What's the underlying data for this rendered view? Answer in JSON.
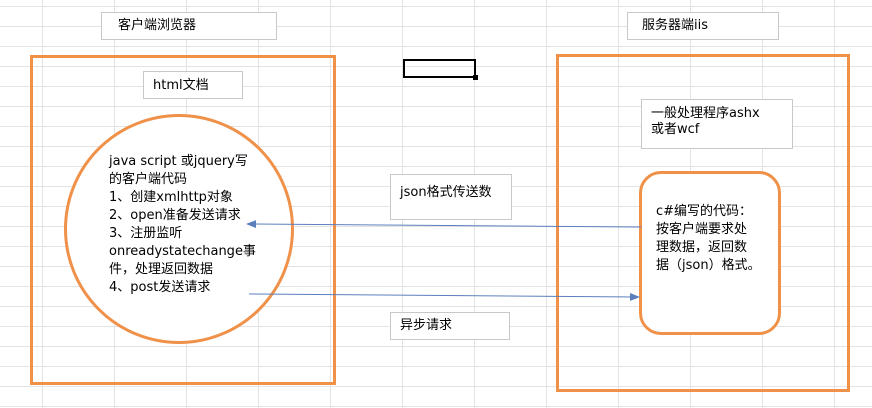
{
  "client_title": "客户端浏览器",
  "server_title": "服务器端iis",
  "html_doc_label": "html文档",
  "circle_lines": [
    "java script 或jquery写",
    "的客户端代码",
    "1、创建xmlhttp对象",
    "2、open准备发送请求",
    "3、注册监听",
    "onreadystatechange事",
    "件，处理返回数据",
    "4、post发送请求"
  ],
  "handler_lines": [
    "一般处理程序ashx",
    "或者wcf"
  ],
  "server_code_lines": [
    "c#编写的代码：",
    "按客户端要求处",
    "理数据，返回数",
    "据（json）格式。"
  ],
  "json_label": "json格式传送数",
  "async_label": "异步请求",
  "colors": {
    "orange": "#f0914a",
    "arrow": "#5b7fbd",
    "grid": "#e3e3e3"
  }
}
